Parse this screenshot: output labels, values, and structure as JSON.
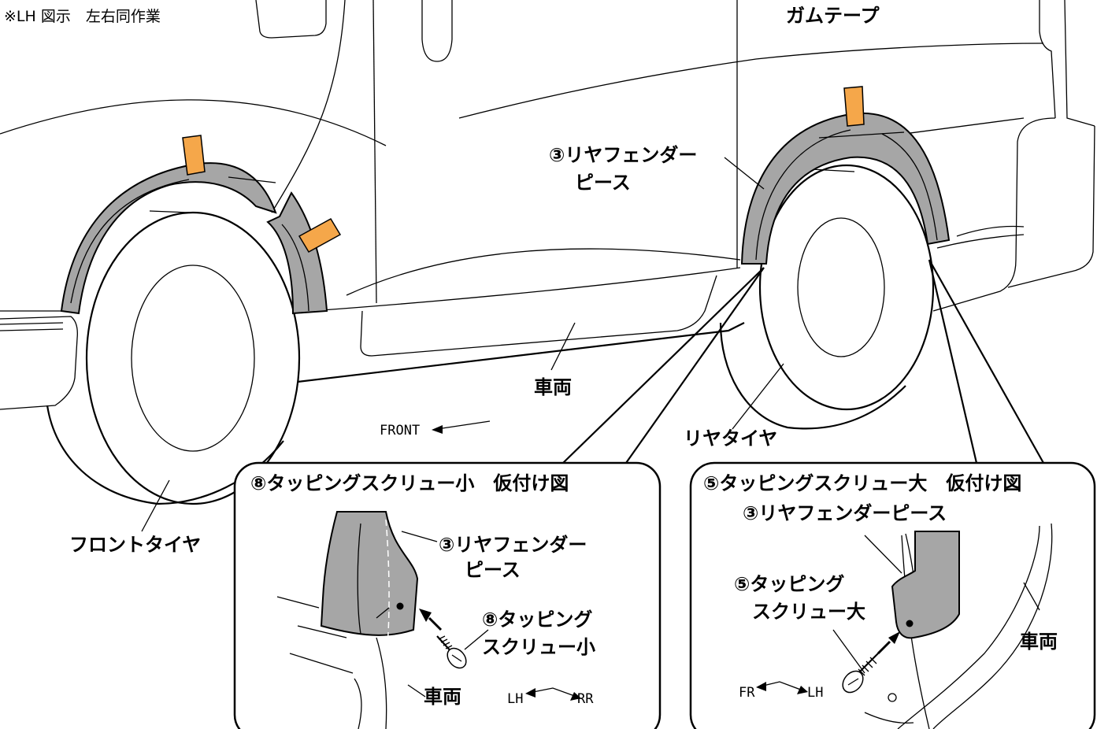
{
  "note": "※LH 図示　左右同作業",
  "labels": {
    "gum_tape": "ガムテープ",
    "rear_fender_main_1": "③リヤフェンダー",
    "rear_fender_main_2": "ピース",
    "vehicle_main": "車両",
    "front": "FRONT",
    "rear_tire": "リヤタイヤ",
    "front_tire": "フロントタイヤ"
  },
  "detail_left": {
    "title": "⑧タッピングスクリュー小　仮付け図",
    "fender_1": "③リヤフェンダー",
    "fender_2": "ピース",
    "screw_1": "⑧タッピング",
    "screw_2": "スクリュー小",
    "vehicle": "車両",
    "dir_left": "LH",
    "dir_right": "RR"
  },
  "detail_right": {
    "title": "⑤タッピングスクリュー大　仮付け図",
    "fender": "③リヤフェンダーピース",
    "screw_1": "⑤タッピング",
    "screw_2": "スクリュー大",
    "vehicle": "車両",
    "dir_left": "FR",
    "dir_right": "LH"
  },
  "colors": {
    "fender_panel": "#a6a6a6",
    "tape": "#f5a74a",
    "line": "#000000"
  }
}
